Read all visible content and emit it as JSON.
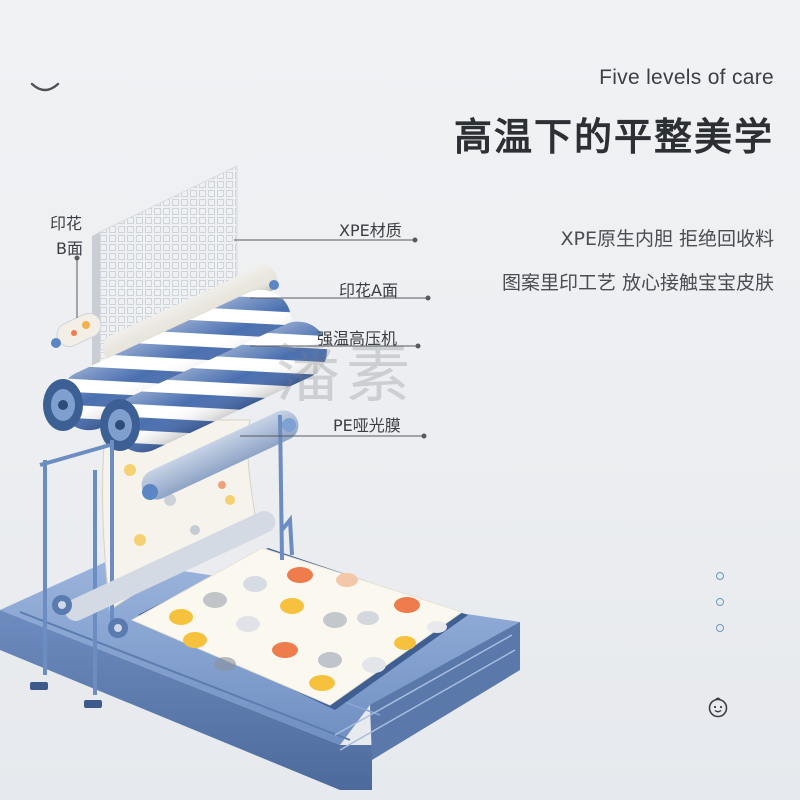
{
  "header": {
    "eyebrow": "Five levels of care",
    "title": "高温下的平整美学"
  },
  "descriptions": [
    "XPE原生内胆 拒绝回收料",
    "图案里印工艺 放心接触宝宝皮肤"
  ],
  "labels": {
    "xpe": "XPE材质",
    "print_a": "印花A面",
    "press": "强温高压机",
    "pe_film": "PE哑光膜",
    "print_b_line1": "印花",
    "print_b_line2": "B面"
  },
  "watermark": "潘素",
  "icons": [
    "smile-icon",
    "dot-icon",
    "dot-icon",
    "dot-icon",
    "baby-face-icon"
  ],
  "colors": {
    "machine_blue": "#7f9fcf",
    "roller_navy": "#3c5f94",
    "stripe_blue": "#4a6fb0",
    "accent_orange": "#ee7c4d",
    "accent_yellow": "#f6c23d",
    "text_dark": "#2c2f34"
  }
}
